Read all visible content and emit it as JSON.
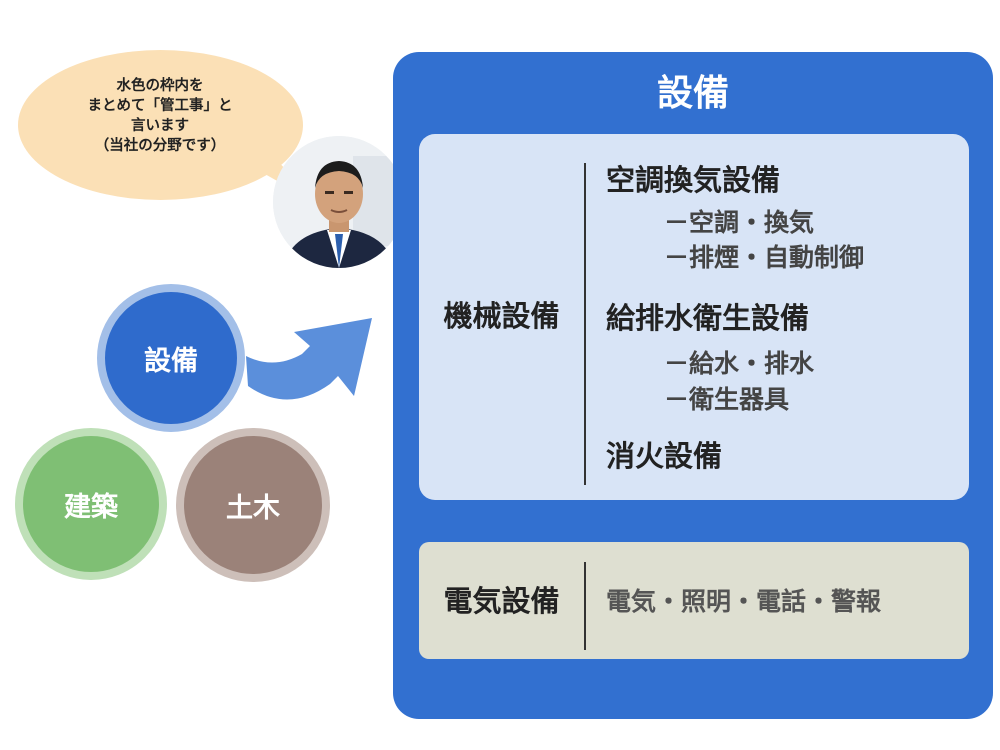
{
  "bubble": {
    "lines": [
      "水色の枠内を",
      "まとめて「管工事」と",
      "言います",
      "（当社の分野です）"
    ]
  },
  "circles": {
    "setsubi": "設備",
    "kenchiku": "建築",
    "doboku": "土木"
  },
  "panel": {
    "title": "設備",
    "machine": {
      "heading": "機械設備",
      "categories": [
        {
          "name": "空調換気設備",
          "items": [
            "－空調・換気",
            "－排煙・自動制御"
          ]
        },
        {
          "name": "給排水衛生設備",
          "items": [
            "－給水・排水",
            "－衛生器具"
          ]
        },
        {
          "name": "消火設備",
          "items": []
        }
      ]
    },
    "electric": {
      "heading": "電気設備",
      "items": "電気・照明・電話・警報"
    }
  },
  "colors": {
    "panel_blue": "#3270d0",
    "machine_box": "#d8e4f6",
    "electric_box": "#dedfd1",
    "bubble": "#fbe0b6",
    "setsubi_circle": "#2f6bcc",
    "kenchiku_circle": "#7fbf74",
    "doboku_circle": "#9b8279",
    "arrow": "#5b8fdb"
  }
}
